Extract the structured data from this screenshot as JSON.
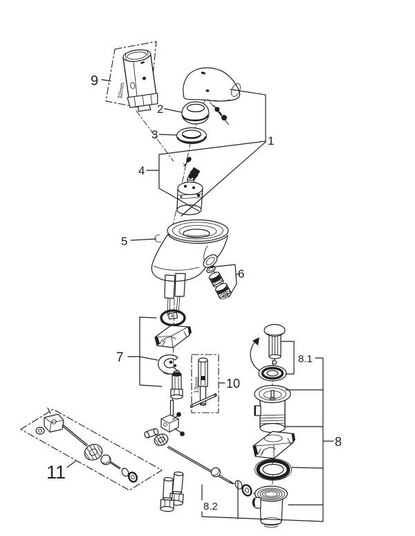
{
  "diagram": {
    "type": "exploded-parts-diagram",
    "subject": "single-lever basin faucet with pop-up drain assembly",
    "colors": {
      "line": "#1f1f1f",
      "background": "#ffffff"
    },
    "callouts": {
      "part1": "1",
      "part2": "2",
      "part3": "3",
      "part4": "4",
      "part5": "5",
      "part6": "6",
      "part7": "7",
      "part8": "8",
      "part8_1": "8.1",
      "part8_2": "8.2",
      "part9": "9",
      "part10": "10",
      "part11": "11"
    },
    "dimensions": {
      "cartridge": "32mm",
      "tool": "13mm"
    }
  }
}
